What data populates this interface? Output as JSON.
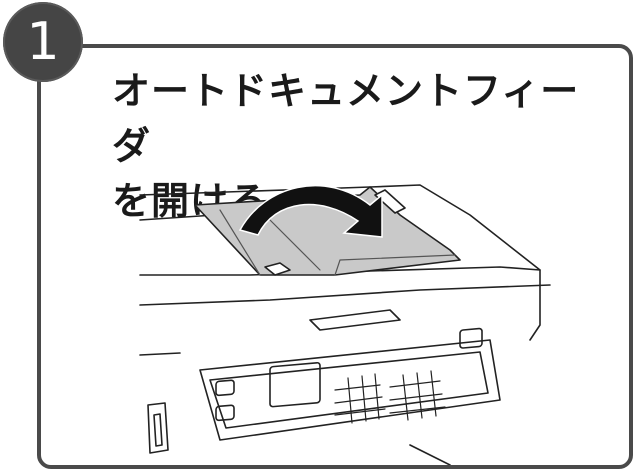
{
  "step": {
    "number": "1"
  },
  "title": {
    "line1": "オートドキュメントフィーダ",
    "line2": "を開ける"
  },
  "colors": {
    "border": "#4a4a4a",
    "badge": "#454545",
    "cover": "#c9c9c9",
    "text": "#1a1a1a"
  },
  "icons": {
    "badge": "circle-badge",
    "arrow": "curved-arrow-icon"
  }
}
